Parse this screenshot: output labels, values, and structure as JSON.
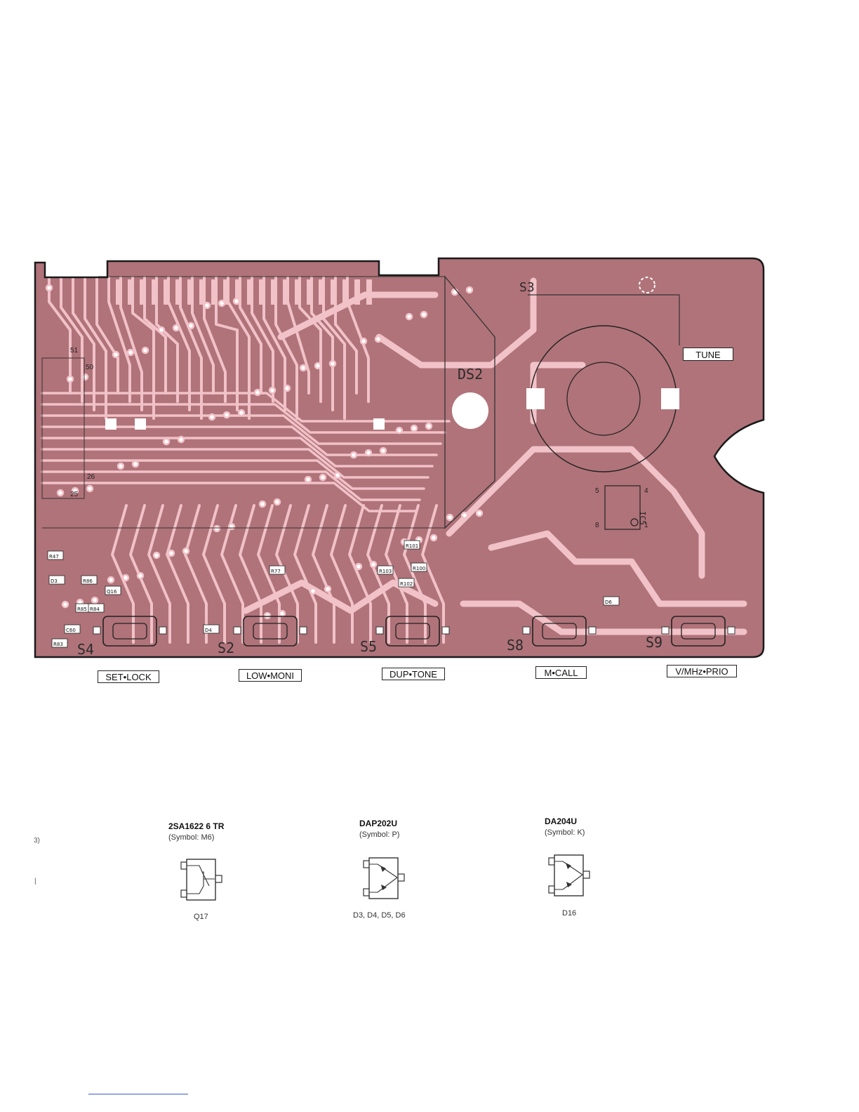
{
  "board": {
    "display_ref": "DS2",
    "dial_switch_ref": "S3",
    "dial_label": "TUNE",
    "ic_ref": "IC5",
    "ic_pins": [
      "5",
      "4",
      "8",
      "1"
    ],
    "connector_pins": [
      "51",
      "50",
      "26",
      "25"
    ],
    "component_refs": [
      "R77",
      "R101",
      "R100",
      "R102",
      "R103",
      "R86",
      "R85",
      "R84",
      "R83",
      "C60",
      "D3",
      "D4",
      "D6",
      "Q16",
      "R47"
    ],
    "colors": {
      "copper": "#b0737a",
      "trace": "#f1c2c8",
      "outline": "#1a1a1a"
    }
  },
  "switches": [
    {
      "ref": "S4",
      "key_label": "SET•LOCK"
    },
    {
      "ref": "S2",
      "key_label": "LOW•MONI"
    },
    {
      "ref": "S5",
      "key_label": "DUP•TONE"
    },
    {
      "ref": "S8",
      "key_label": "M•CALL"
    },
    {
      "ref": "S9",
      "key_label": "V/MHz•PRIO"
    }
  ],
  "parts": [
    {
      "name": "2SA1622 6 TR",
      "symbol": "(Symbol: M6)",
      "refs": "Q17",
      "package": "transistor"
    },
    {
      "name": "DAP202U",
      "symbol": "(Symbol: P)",
      "refs": "D3, D4, D5, D6",
      "package": "diode-pair"
    },
    {
      "name": "DA204U",
      "symbol": "(Symbol: K)",
      "refs": "D16",
      "package": "diode-pair"
    }
  ],
  "edge_marks": [
    "3)",
    "|"
  ]
}
